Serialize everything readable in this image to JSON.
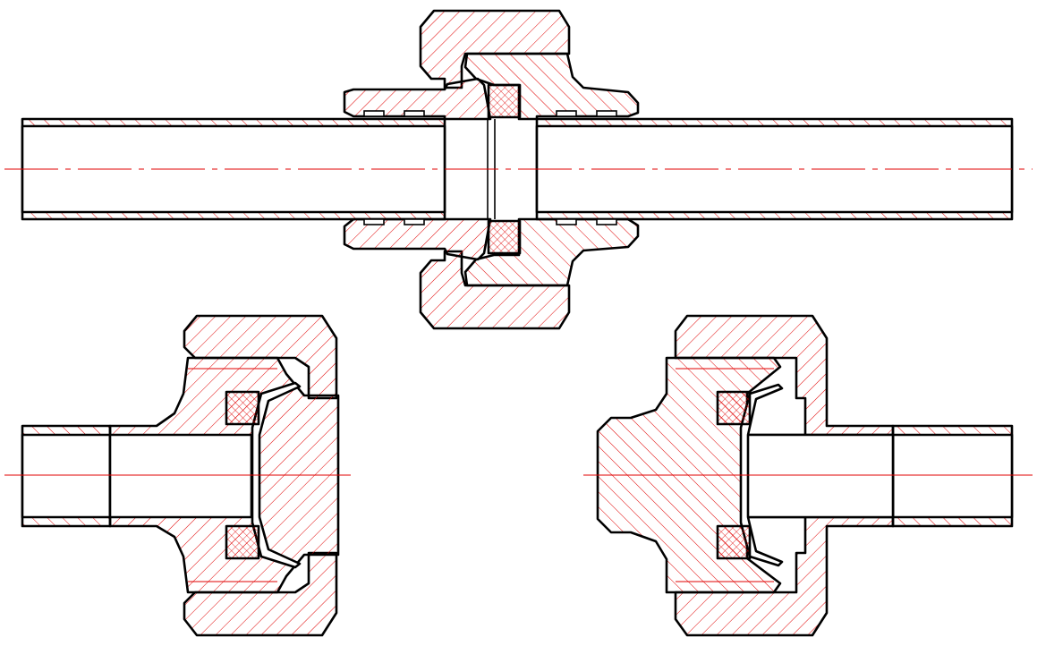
{
  "drawing": {
    "views": [
      {
        "name": "assembled-union"
      },
      {
        "name": "left-exploded-half"
      },
      {
        "name": "right-exploded-half"
      }
    ],
    "colors": {
      "outline": "#000000",
      "hatch": "#e00000",
      "centerline": "#e00000",
      "background": "#ffffff"
    }
  }
}
